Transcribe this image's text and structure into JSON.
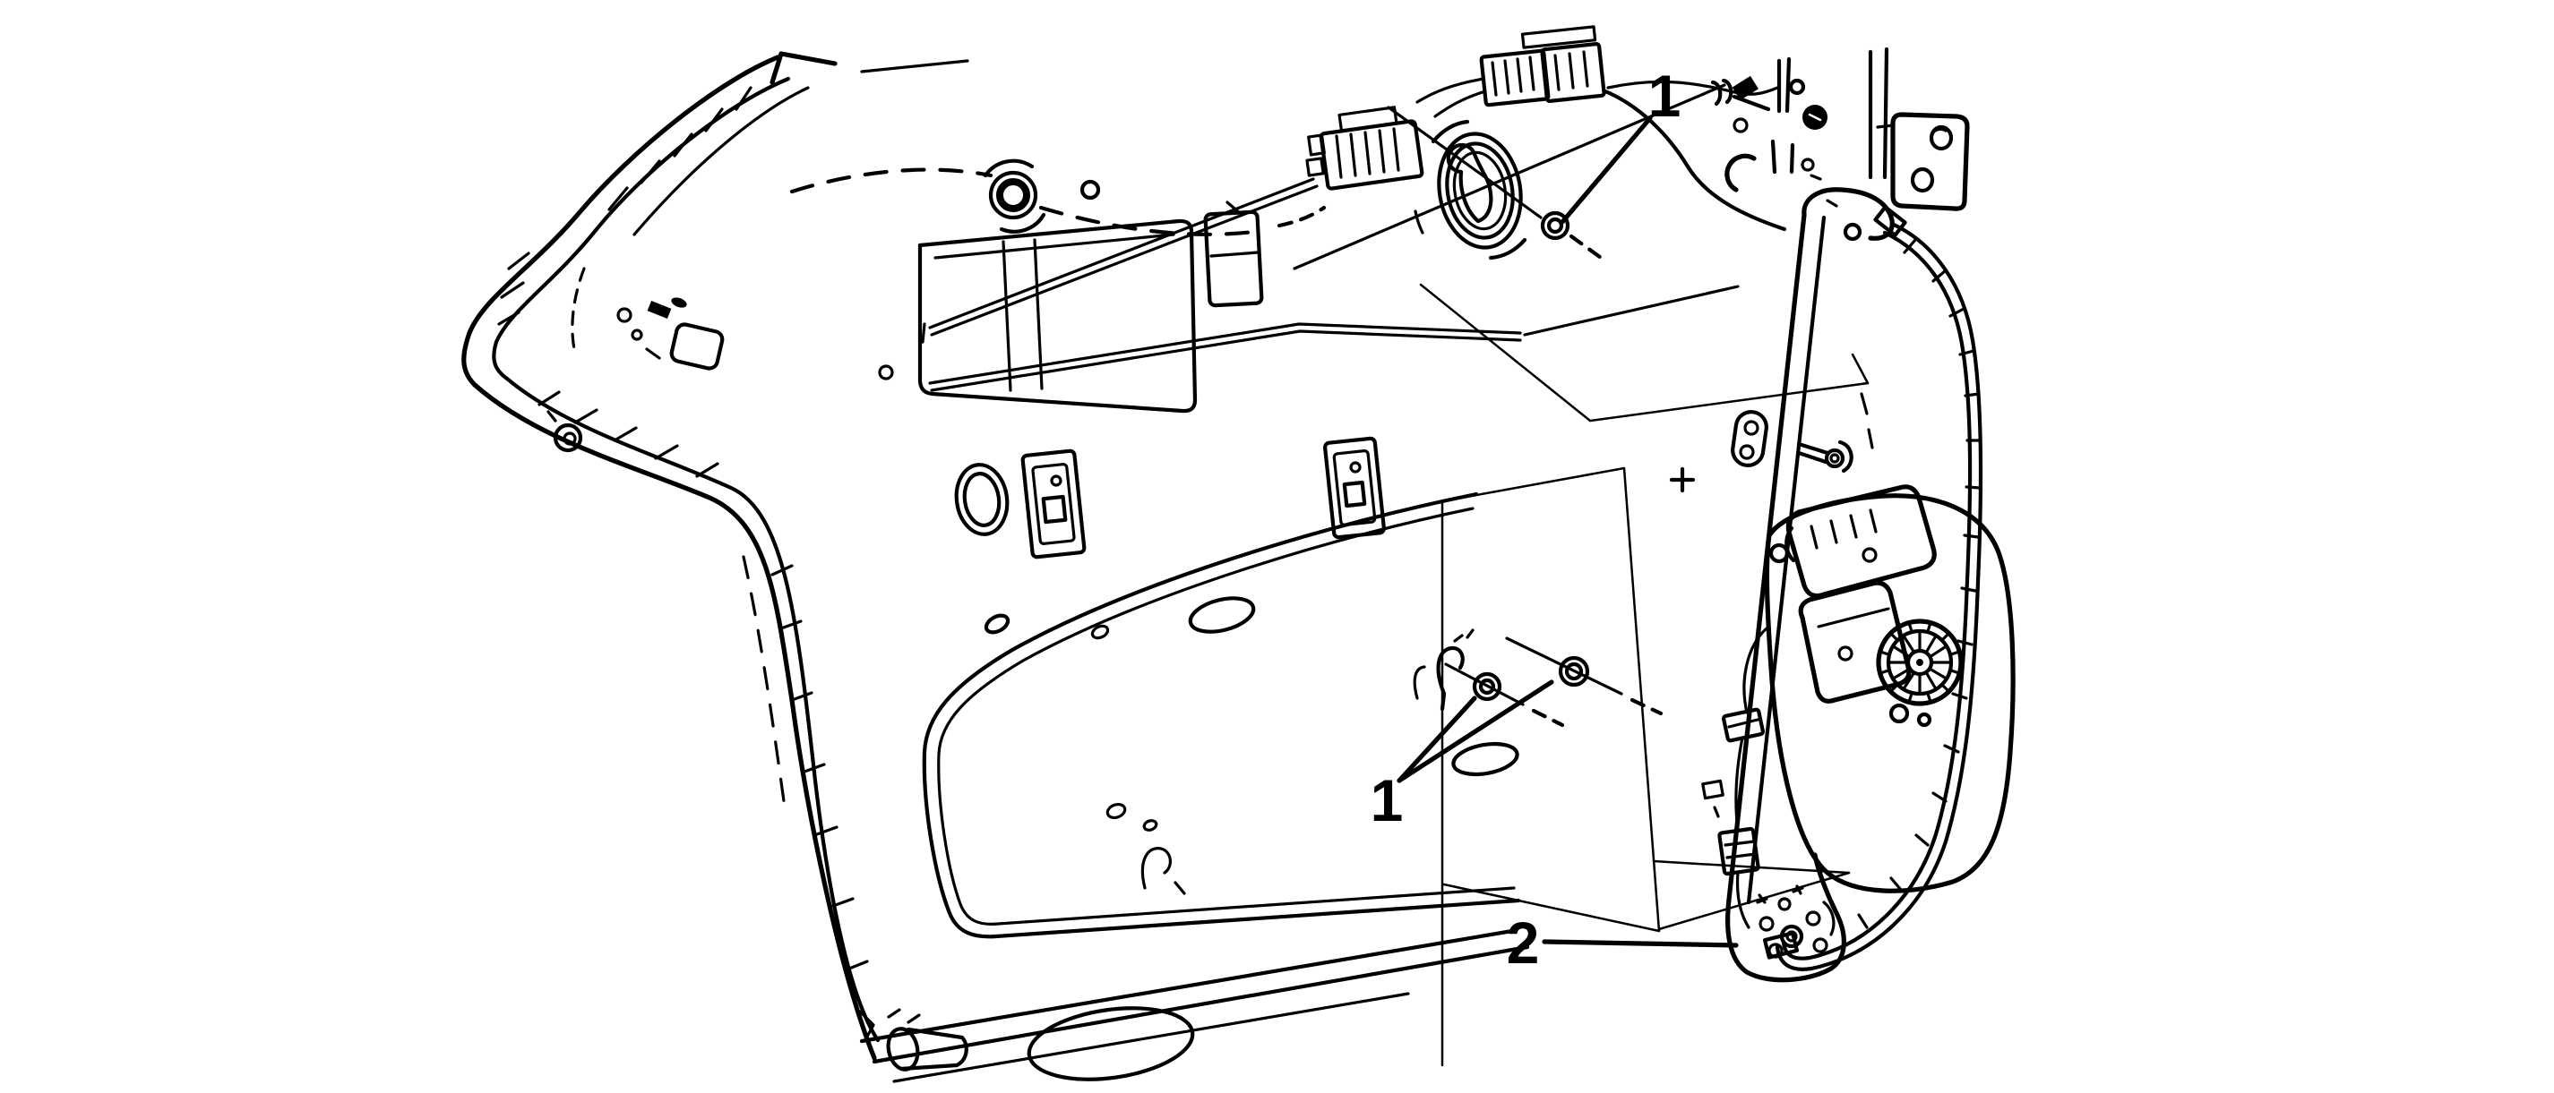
{
  "figure": {
    "kind": "technical line illustration",
    "description": "Vehicle side door inner panel with power window regulator and motor assembly",
    "background_color": "#ffffff",
    "ink_color": "#000000"
  },
  "callouts": [
    {
      "label": "1",
      "points_to": "window-regulator-upper-attachment-bolt"
    },
    {
      "label": "1",
      "points_to": "window-regulator-lower-attachment-bolts"
    },
    {
      "label": "2",
      "points_to": "window-regulator-assembly"
    }
  ]
}
